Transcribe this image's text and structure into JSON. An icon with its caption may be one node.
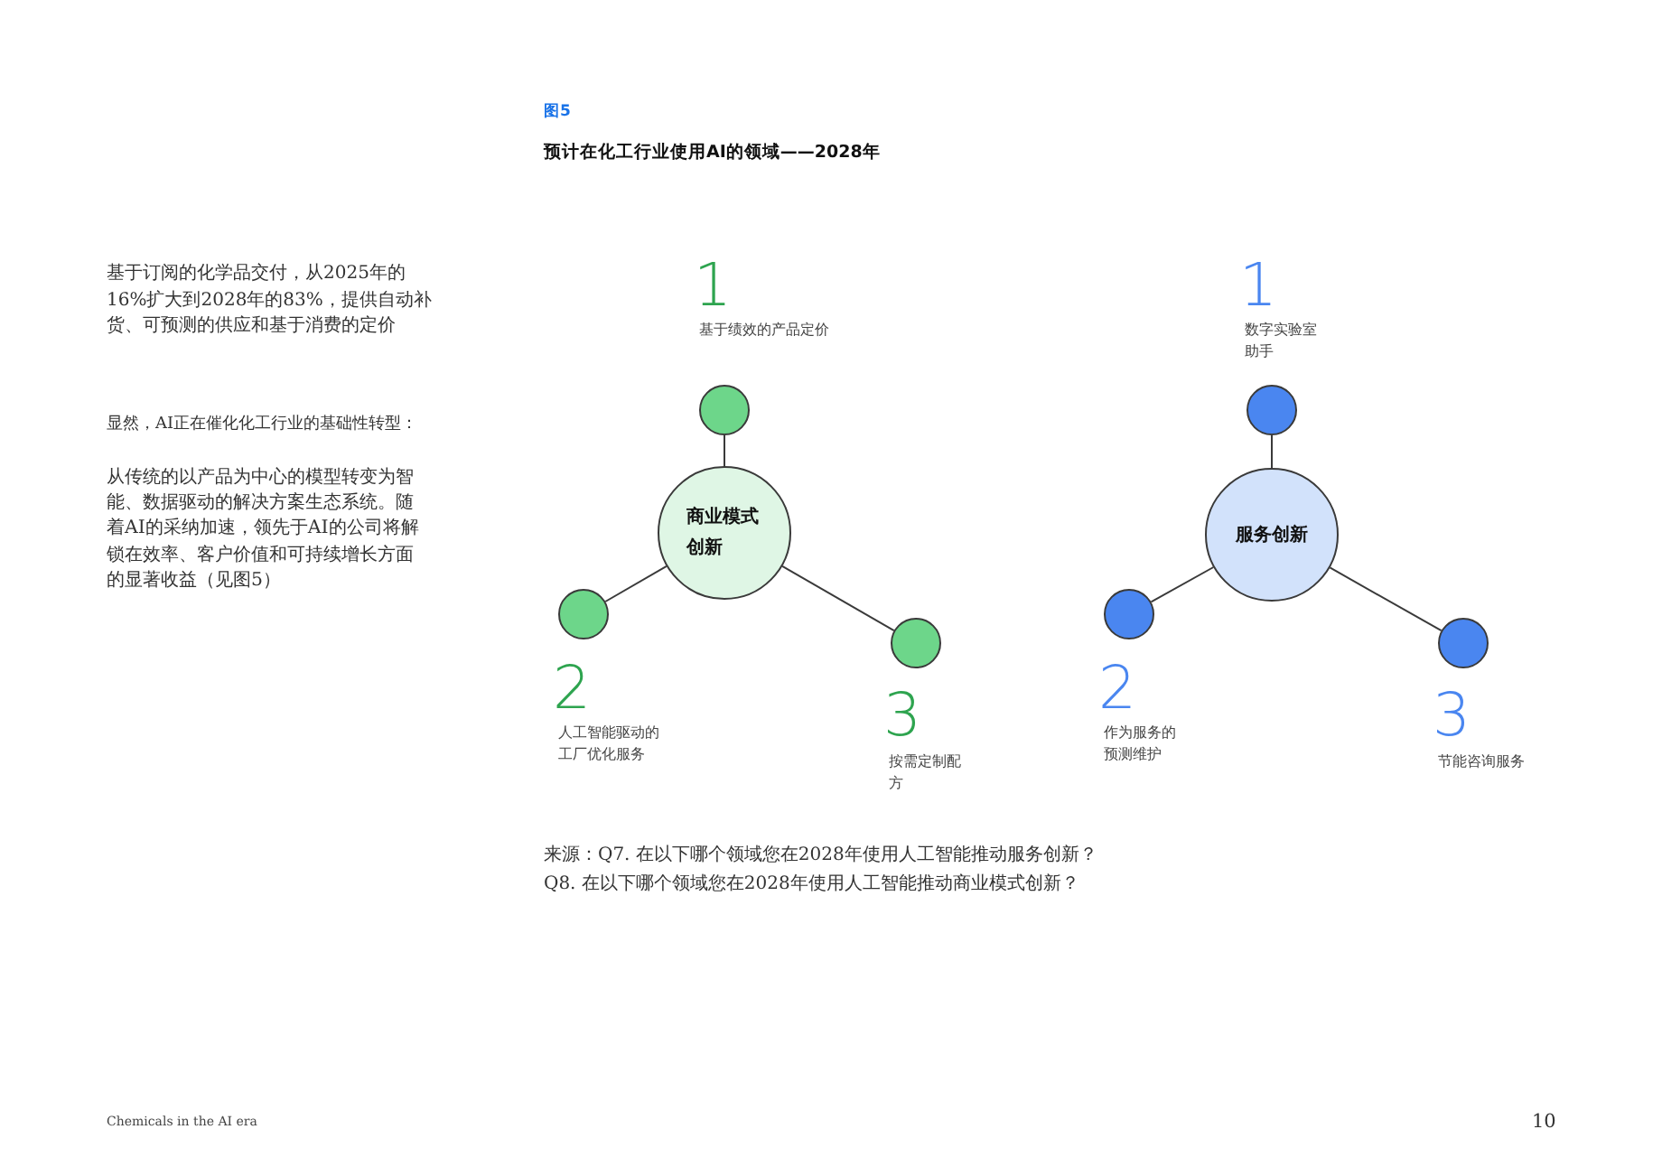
{
  "diagram": {
    "title": "预计在化工行业使用AI的领域——2028年",
    "caption": "来源：Q7. 在以下哪个领域您在2028年使用人工智能推动服务创新？Q8. 在以下哪个领域您在2028年使用人工智能推动商业模式创新？",
    "nodes": [
      {
        "text": [
          "商业模式创新"
        ]
      },
      {
        "text": [],
        "shape": "circle",
        "beside": [
          "1",
          "基于绩效的产品定价"
        ]
      },
      {
        "text": [],
        "shape": "circle",
        "beside": [
          "2",
          "人工智能驱动的工厂优化服务"
        ]
      },
      {
        "text": [],
        "shape": "circle",
        "beside": [
          "3",
          "按需定制配方"
        ]
      },
      {
        "text": [
          "服务创新"
        ]
      },
      {
        "text": [],
        "shape": "circle",
        "beside": [
          "1",
          "数字实验室助手"
        ]
      },
      {
        "text": [],
        "shape": "circle",
        "beside": [
          "2",
          "作为服务的预测维护"
        ]
      },
      {
        "text": [],
        "shape": "circle",
        "beside": [
          "3",
          "节能咨询服务"
        ]
      }
    ],
    "edges": [
      {
        "from": 0,
        "to": 1,
        "arrow": "none"
      },
      {
        "from": 0,
        "to": 2,
        "arrow": "none"
      },
      {
        "from": 0,
        "to": 3,
        "arrow": "none"
      },
      {
        "from": 4,
        "to": 5,
        "arrow": "none"
      },
      {
        "from": 4,
        "to": 6,
        "arrow": "none"
      },
      {
        "from": 4,
        "to": 7,
        "arrow": "none"
      }
    ],
    "labels": [
      "图5",
      "基于订阅的化学品交付，从2025年的16%扩大到2028年的83%，提供自动补货、可预测的供应和基于消费的定价",
      "显然，AI正在催化化工行业的基础性转型：",
      "从传统的以产品为中心的模型转变为智能、数据驱动的解决方案生态系统。随着AI的采纳加速，领先于AI的公司将解锁在效率、客户价值和可持续增长方面的显著收益（见图5）",
      "Chemicals in the AI era",
      "10"
    ]
  }
}
